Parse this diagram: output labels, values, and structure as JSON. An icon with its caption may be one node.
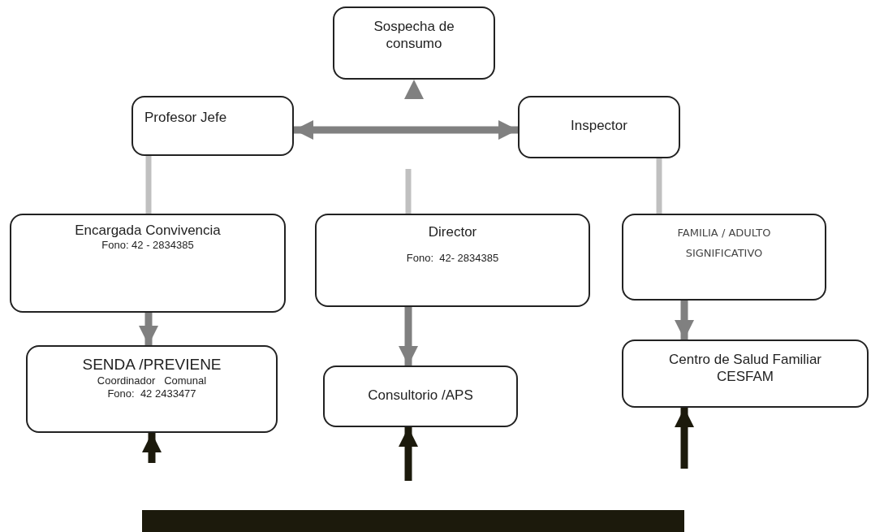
{
  "diagram": {
    "nodes": [
      {
        "text": [
          "Sospecha de consumo"
        ]
      },
      {
        "text": [
          "Profesor Jefe"
        ]
      },
      {
        "text": [
          "Inspector"
        ]
      },
      {
        "text": [
          "Encargada Convivencia",
          "Fono: 42 - 2834385"
        ]
      },
      {
        "text": [
          "Director",
          "Fono:  42- 2834385"
        ]
      },
      {
        "text": [
          "FAMILIA / ADULTO SIGNIFICATIVO"
        ]
      },
      {
        "text": [
          "SENDA /PREVIENE",
          "Coordinador   Comunal",
          "Fono:  42 2433477"
        ]
      },
      {
        "text": [
          "Consultorio /APS"
        ]
      },
      {
        "text": [
          "Centro de Salud Familiar CESFAM"
        ]
      },
      {
        "text": [],
        "shape": "bar"
      }
    ],
    "edges": [
      {
        "from": null,
        "to": 0,
        "arrow": "to"
      },
      {
        "from": 1,
        "to": 2,
        "arrow": "both"
      },
      {
        "from": 1,
        "to": 3,
        "arrow": "none",
        "color": "#c0c0c0"
      },
      {
        "from": null,
        "to": 4,
        "arrow": "none",
        "color": "#c0c0c0"
      },
      {
        "from": 2,
        "to": 5,
        "arrow": "none",
        "color": "#c0c0c0"
      },
      {
        "from": 3,
        "to": 6,
        "arrow": "to"
      },
      {
        "from": 4,
        "to": 7,
        "arrow": "to"
      },
      {
        "from": 5,
        "to": 8,
        "arrow": "to"
      },
      {
        "from": null,
        "to": 6,
        "arrow": "to",
        "color": "#1c1a0c"
      },
      {
        "from": null,
        "to": 7,
        "arrow": "to",
        "color": "#1c1a0c"
      },
      {
        "from": null,
        "to": 8,
        "arrow": "to",
        "color": "#1c1a0c"
      }
    ]
  }
}
